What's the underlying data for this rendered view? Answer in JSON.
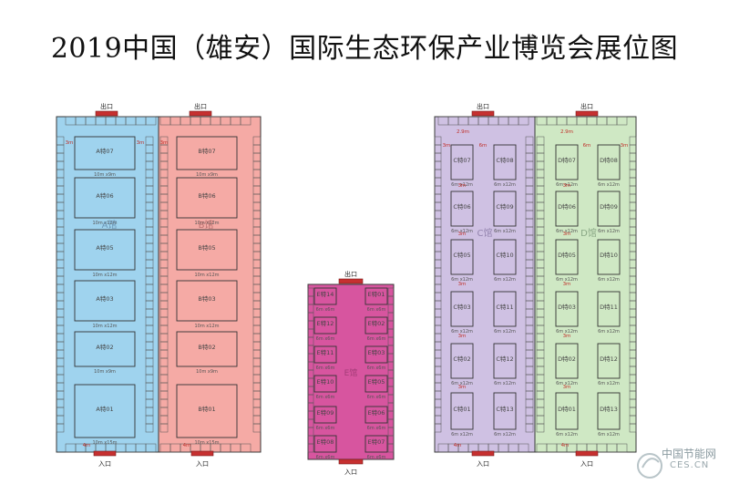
{
  "title": "2019中国（雄安）国际生态环保产业博览会展位图",
  "labels": {
    "exit": "出口",
    "entrance": "入口",
    "gap3": "3m",
    "gap4": "4m",
    "gap29": "2.9m",
    "gap6": "6m"
  },
  "colors": {
    "hall_a": "#9fd3ee",
    "hall_b": "#f5aaa5",
    "hall_c": "#cfc1e3",
    "hall_d": "#cfe8c4",
    "hall_e": "#d7559f",
    "door": "#c63030",
    "outline": "#3a3a3a",
    "dims": "#c0302a"
  },
  "halls": {
    "a": {
      "name": "A馆",
      "booths": [
        {
          "id": "A特07",
          "size": "10m x9m"
        },
        {
          "id": "A特06",
          "size": "10m x12m"
        },
        {
          "id": "A特05",
          "size": "10m x12m"
        },
        {
          "id": "A特03",
          "size": "10m x12m"
        },
        {
          "id": "A特02",
          "size": "10m x9m"
        },
        {
          "id": "A特01",
          "size": "10m x15m"
        }
      ]
    },
    "b": {
      "name": "B馆",
      "booths": [
        {
          "id": "B特07",
          "size": "10m x9m"
        },
        {
          "id": "B特06",
          "size": "10m x12m"
        },
        {
          "id": "B特05",
          "size": "10m x12m"
        },
        {
          "id": "B特03",
          "size": "10m x12m"
        },
        {
          "id": "B特02",
          "size": "10m x9m"
        },
        {
          "id": "B特01",
          "size": "10m x15m"
        }
      ]
    },
    "c": {
      "name": "C馆",
      "left": [
        "C特07",
        "C特06",
        "C特05",
        "C特03",
        "C特02",
        "C特01"
      ],
      "right": [
        "C特08",
        "C特09",
        "C特10",
        "C特11",
        "C特12",
        "C特13"
      ],
      "size": "6m x12m"
    },
    "d": {
      "name": "D馆",
      "left": [
        "D特07",
        "D特06",
        "D特05",
        "D特03",
        "D特02",
        "D特01"
      ],
      "right": [
        "D特08",
        "D特09",
        "D特10",
        "D特11",
        "D特12",
        "D特13"
      ],
      "size": "6m x12m"
    },
    "e": {
      "name": "E馆",
      "left": [
        "E特14",
        "E特12",
        "E特11",
        "E特10",
        "E特09",
        "E特08"
      ],
      "right": [
        "E特01",
        "E特02",
        "E特03",
        "E特05",
        "E特06",
        "E特07"
      ],
      "size": "6m x6m"
    }
  },
  "watermark": {
    "cn": "中国节能网",
    "en": "CES.CN"
  }
}
